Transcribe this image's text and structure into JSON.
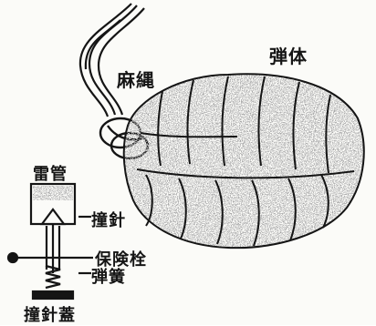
{
  "labels": {
    "rope": "麻縄",
    "body": "弾体",
    "detonator": "雷管",
    "firing_pin": "撞針",
    "safety_pin": "保険栓",
    "spring": "弾簧",
    "striker_cover": "撞針蓋"
  },
  "colors": {
    "ink": "#151515",
    "paper": "#fbfbf8",
    "stipple": "#4a4a44"
  }
}
